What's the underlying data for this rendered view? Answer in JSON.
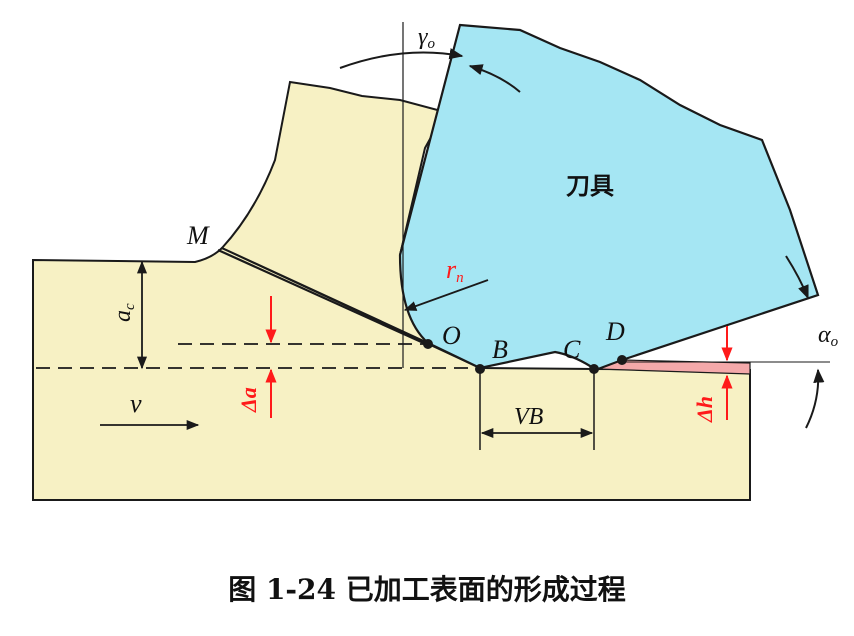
{
  "colors": {
    "workpiece": "#f7f1c4",
    "tool": "#a5e6f3",
    "line": "#1a1a1a",
    "accent_red": "#ff1a1a",
    "spring_back": "#f4a9aa"
  },
  "labels": {
    "tool": "刀具",
    "M": "M",
    "O": "O",
    "B": "B",
    "C": "C",
    "D": "D",
    "gamma_o": "γ",
    "gamma_o_sub": "o",
    "alpha_o": "α",
    "alpha_o_sub": "o",
    "a_c": "a",
    "a_c_sub": "c",
    "r_n": "r",
    "r_n_sub": "n",
    "v": "v",
    "VB": "VB",
    "delta_a": "Δa",
    "delta_h": "Δh"
  },
  "caption": "图 1-24   已加工表面的形成过程"
}
